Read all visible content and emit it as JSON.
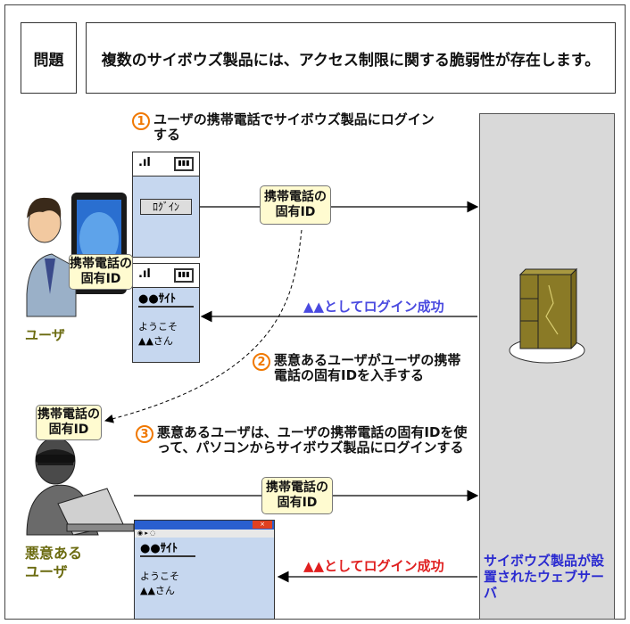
{
  "header": {
    "label": "問題",
    "text": "複数のサイボウズ製品には、アクセス制限に関する脆弱性が存在します。"
  },
  "steps": [
    {
      "num": "1",
      "text": "ユーザの携帯電話でサイボウズ製品にログインする"
    },
    {
      "num": "2",
      "text": "悪意あるユーザがユーザの携帯電話の固有IDを入手する"
    },
    {
      "num": "3",
      "text": "悪意あるユーザは、ユーザの携帯電話の固有IDを使って、パソコンからサイボウズ製品にログインする"
    }
  ],
  "notes": {
    "phone_id": "携帯電話の固有ID"
  },
  "phone1": {
    "login_button": "ﾛｸﾞｲﾝ"
  },
  "phone2": {
    "site": "●●ｻｲﾄ",
    "welcome": "ようこそ",
    "user": "▲▲さん"
  },
  "pc": {
    "site": "●●ｻｲﾄ",
    "welcome": "ようこそ",
    "user": "▲▲さん"
  },
  "messages": {
    "login_success": "▲▲としてログイン成功"
  },
  "actors": {
    "user": "ユーザ",
    "attacker": "悪意ある\nユーザ",
    "server": "サイボウズ製品が設置されたウェブサーバ"
  },
  "colors": {
    "success_blue": "#4a4ae0",
    "success_red": "#e02020",
    "attacker_label": "#6b6b10",
    "user_label": "#6b6b10",
    "step_circle": "#f07800"
  }
}
